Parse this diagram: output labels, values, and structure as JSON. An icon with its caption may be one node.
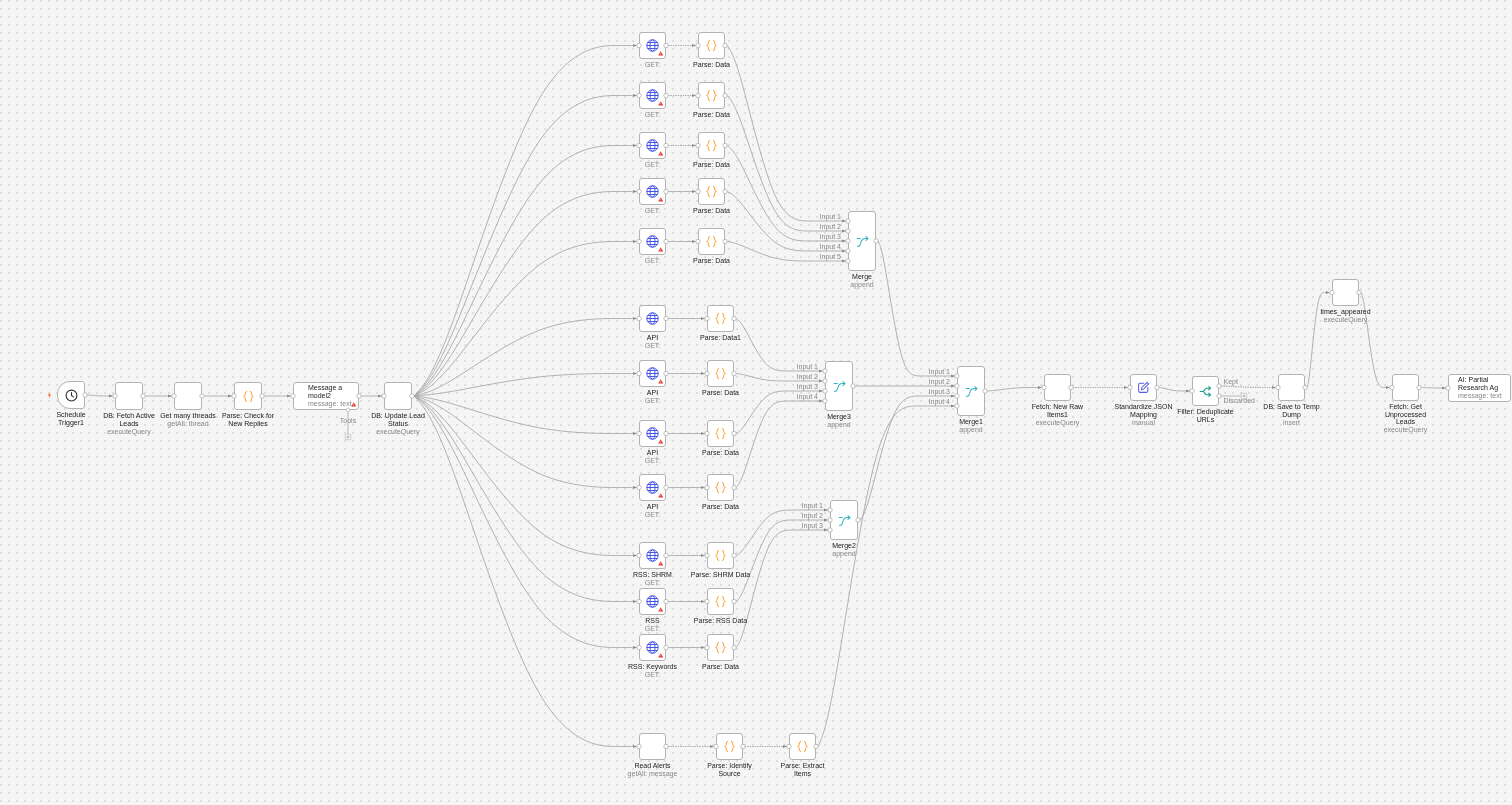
{
  "diagram": {
    "nodes": [
      {
        "text": [
          "Schedule Trigger1"
        ]
      },
      {
        "text": [
          "DB: Fetch Active Leads",
          "executeQuery"
        ]
      },
      {
        "text": [
          "Get many threads",
          "getAll: thread"
        ]
      },
      {
        "text": [
          "Parse: Check for New Replies"
        ]
      },
      {
        "text": [
          "Message a model2",
          "message: text"
        ],
        "beside": [
          "Tools"
        ]
      },
      {
        "text": [
          "DB: Update Lead Status",
          "executeQuery"
        ]
      },
      {
        "text": [
          "GET:"
        ]
      },
      {
        "text": [
          "Parse: Data"
        ]
      },
      {
        "text": [
          "GET:"
        ]
      },
      {
        "text": [
          "Parse: Data"
        ]
      },
      {
        "text": [
          "GET:"
        ]
      },
      {
        "text": [
          "Parse: Data"
        ]
      },
      {
        "text": [
          "GET:"
        ]
      },
      {
        "text": [
          "Parse: Data"
        ]
      },
      {
        "text": [
          "GET:"
        ]
      },
      {
        "text": [
          "Parse: Data"
        ]
      },
      {
        "text": [
          "Merge",
          "append"
        ],
        "beside": [
          "Input 1",
          "Input 2",
          "Input 3",
          "Input 4",
          "Input 5"
        ]
      },
      {
        "text": [
          "API",
          "GET:"
        ]
      },
      {
        "text": [
          "Parse: Data1"
        ]
      },
      {
        "text": [
          "API",
          "GET:"
        ]
      },
      {
        "text": [
          "Parse: Data"
        ]
      },
      {
        "text": [
          "API",
          "GET:"
        ]
      },
      {
        "text": [
          "Parse: Data"
        ]
      },
      {
        "text": [
          "API",
          "GET:"
        ]
      },
      {
        "text": [
          "Parse: Data"
        ]
      },
      {
        "text": [
          "Merge3",
          "append"
        ],
        "beside": [
          "Input 1",
          "Input 2",
          "Input 3",
          "Input 4"
        ]
      },
      {
        "text": [
          "Merge2",
          "append"
        ],
        "beside": [
          "Input 1",
          "Input 2",
          "Input 3"
        ]
      },
      {
        "text": [
          "RSS: SHRM",
          "GET:"
        ]
      },
      {
        "text": [
          "Parse: SHRM Data"
        ]
      },
      {
        "text": [
          "RSS",
          "GET:"
        ]
      },
      {
        "text": [
          "Parse: RSS Data"
        ]
      },
      {
        "text": [
          "RSS: Keywords",
          "GET:"
        ]
      },
      {
        "text": [
          "Parse: Data"
        ]
      },
      {
        "text": [
          "Read Alerts",
          "getAll: message"
        ]
      },
      {
        "text": [
          "Parse: Identify Source"
        ]
      },
      {
        "text": [
          "Parse: Extract Items"
        ]
      },
      {
        "text": [
          "Merge1",
          "append"
        ],
        "beside": [
          "Input 1",
          "Input 2",
          "Input 3",
          "Input 4"
        ]
      },
      {
        "text": [
          "Fetch: New Raw Items1",
          "executeQuery"
        ]
      },
      {
        "text": [
          "Standardize JSON Mapping",
          "manual"
        ]
      },
      {
        "text": [
          "Filter: Deduplicate URLs"
        ],
        "beside": [
          "Kept",
          "Discarded"
        ]
      },
      {
        "text": [
          "DB: Save to Temp Dump",
          "insert"
        ]
      },
      {
        "text": [
          "times_appeared",
          "executeQuery"
        ]
      },
      {
        "text": [
          "Fetch: Get Unprocessed Leads",
          "executeQuery"
        ]
      },
      {
        "text": [
          "AI: Partial Research Ag",
          "message: text"
        ]
      }
    ],
    "edges": [
      {
        "from": 0,
        "to": 1,
        "arrow": "to"
      },
      {
        "from": 1,
        "to": 2,
        "arrow": "to"
      },
      {
        "from": 2,
        "to": 3,
        "arrow": "to"
      },
      {
        "from": 3,
        "to": 4,
        "arrow": "to"
      },
      {
        "from": 4,
        "to": 5,
        "arrow": "to"
      },
      {
        "from": 5,
        "to": 6,
        "arrow": "to"
      },
      {
        "from": 5,
        "to": 8,
        "arrow": "to"
      },
      {
        "from": 5,
        "to": 10,
        "arrow": "to"
      },
      {
        "from": 5,
        "to": 12,
        "arrow": "to"
      },
      {
        "from": 5,
        "to": 14,
        "arrow": "to"
      },
      {
        "from": 5,
        "to": 17,
        "arrow": "to"
      },
      {
        "from": 5,
        "to": 19,
        "arrow": "to"
      },
      {
        "from": 5,
        "to": 21,
        "arrow": "to"
      },
      {
        "from": 5,
        "to": 23,
        "arrow": "to"
      },
      {
        "from": 5,
        "to": 27,
        "arrow": "to"
      },
      {
        "from": 5,
        "to": 29,
        "arrow": "to"
      },
      {
        "from": 5,
        "to": 31,
        "arrow": "to"
      },
      {
        "from": 5,
        "to": 33,
        "arrow": "to"
      },
      {
        "from": 6,
        "to": 7,
        "arrow": "to",
        "style": "dashed"
      },
      {
        "from": 8,
        "to": 9,
        "arrow": "to",
        "style": "dashed"
      },
      {
        "from": 10,
        "to": 11,
        "arrow": "to",
        "style": "dashed"
      },
      {
        "from": 12,
        "to": 13,
        "arrow": "to"
      },
      {
        "from": 14,
        "to": 15,
        "arrow": "to"
      },
      {
        "from": 7,
        "to": 16,
        "arrow": "to"
      },
      {
        "from": 9,
        "to": 16,
        "arrow": "to"
      },
      {
        "from": 11,
        "to": 16,
        "arrow": "to"
      },
      {
        "from": 13,
        "to": 16,
        "arrow": "to"
      },
      {
        "from": 15,
        "to": 16,
        "arrow": "to"
      },
      {
        "from": 17,
        "to": 18,
        "arrow": "to"
      },
      {
        "from": 19,
        "to": 20,
        "arrow": "to"
      },
      {
        "from": 21,
        "to": 22,
        "arrow": "to"
      },
      {
        "from": 23,
        "to": 24,
        "arrow": "to"
      },
      {
        "from": 18,
        "to": 25,
        "arrow": "to"
      },
      {
        "from": 20,
        "to": 25,
        "arrow": "to"
      },
      {
        "from": 22,
        "to": 25,
        "arrow": "to"
      },
      {
        "from": 24,
        "to": 25,
        "arrow": "to"
      },
      {
        "from": 27,
        "to": 28,
        "arrow": "to"
      },
      {
        "from": 29,
        "to": 30,
        "arrow": "to"
      },
      {
        "from": 31,
        "to": 32,
        "arrow": "to"
      },
      {
        "from": 28,
        "to": 26,
        "arrow": "to"
      },
      {
        "from": 30,
        "to": 26,
        "arrow": "to"
      },
      {
        "from": 32,
        "to": 26,
        "arrow": "to"
      },
      {
        "from": 33,
        "to": 34,
        "arrow": "to",
        "style": "dashed"
      },
      {
        "from": 34,
        "to": 35,
        "arrow": "to",
        "style": "dashed"
      },
      {
        "from": 16,
        "to": 36,
        "arrow": "to"
      },
      {
        "from": 25,
        "to": 36,
        "arrow": "to"
      },
      {
        "from": 26,
        "to": 36,
        "arrow": "to"
      },
      {
        "from": 35,
        "to": 36,
        "arrow": "to"
      },
      {
        "from": 36,
        "to": 37,
        "arrow": "to"
      },
      {
        "from": 37,
        "to": 38,
        "arrow": "to",
        "style": "dashed"
      },
      {
        "from": 38,
        "to": 39,
        "arrow": "to"
      },
      {
        "from": 39,
        "to": 40,
        "arrow": "to",
        "style": "dashed"
      },
      {
        "from": 40,
        "to": 41,
        "arrow": "to"
      },
      {
        "from": 41,
        "to": 42,
        "arrow": "to"
      },
      {
        "from": 42,
        "to": 43,
        "arrow": "to"
      }
    ]
  }
}
